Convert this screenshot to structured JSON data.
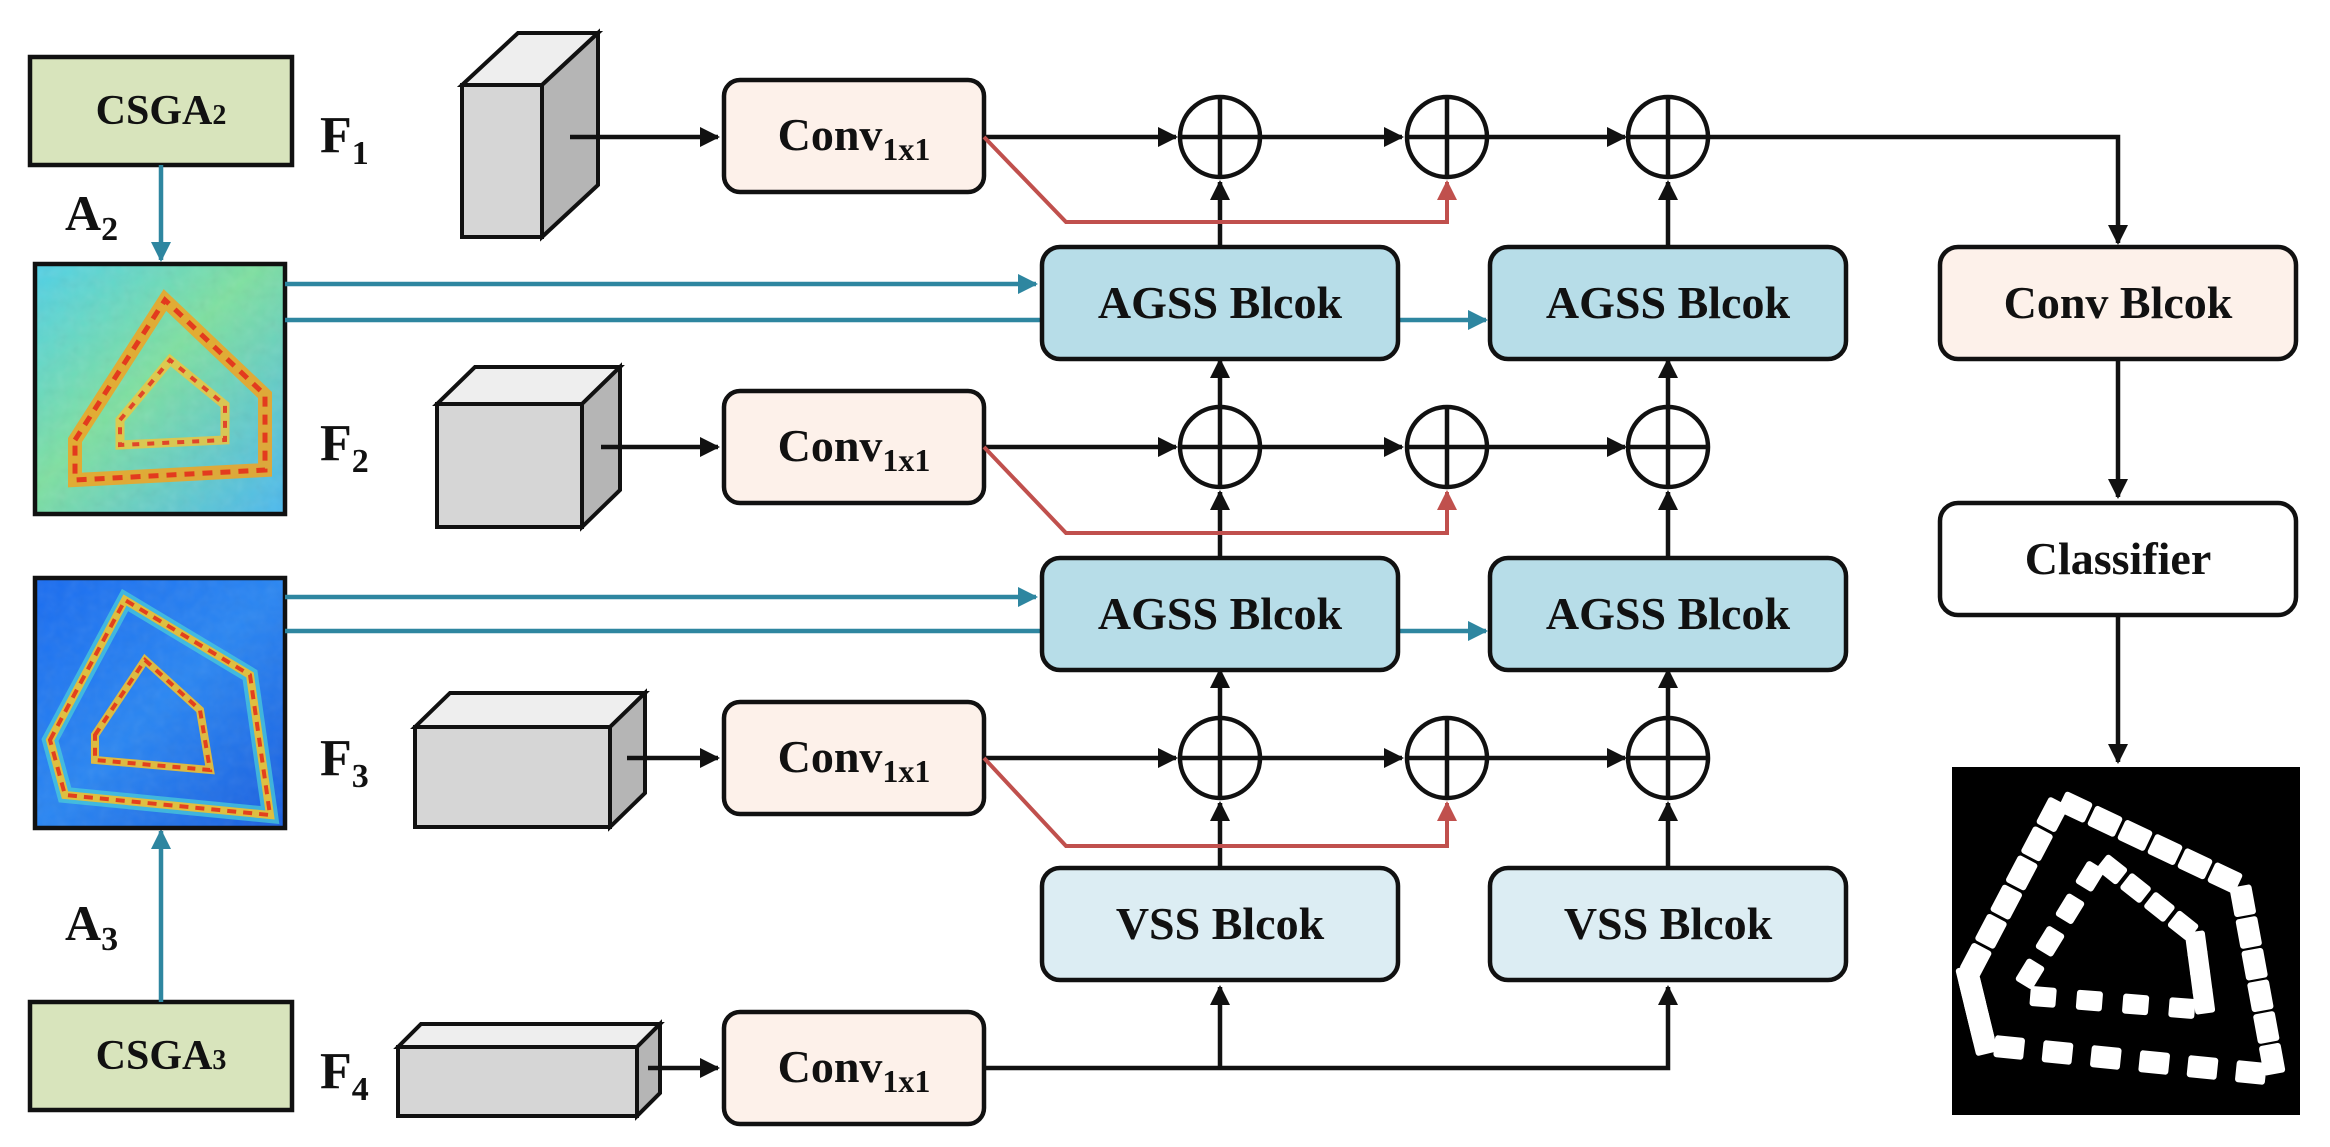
{
  "colors": {
    "csga_fill": "#d8e4bc",
    "conv1x1_fill": "#fdf1ea",
    "agss_fill": "#b7dde8",
    "vss_fill": "#dcedf3",
    "conv_block_fill": "#fdf1ea",
    "classifier_fill": "#ffffff",
    "attention_arrow": "#2e86a0",
    "skip_arrow": "#c0504d",
    "main_arrow": "#111111"
  },
  "inputs": {
    "csga_top": {
      "label": "CSGA",
      "sub": "2"
    },
    "csga_bottom": {
      "label": "CSGA",
      "sub": "3"
    },
    "attention_top": {
      "label": "A",
      "sub": "2"
    },
    "attention_bottom": {
      "label": "A",
      "sub": "3"
    }
  },
  "features": [
    {
      "label": "F",
      "sub": "1"
    },
    {
      "label": "F",
      "sub": "2"
    },
    {
      "label": "F",
      "sub": "3"
    },
    {
      "label": "F",
      "sub": "4"
    }
  ],
  "conv1x1": {
    "label": "Conv",
    "sub": "1x1"
  },
  "blocks": {
    "agss": "AGSS Blcok",
    "vss": "VSS Blcok",
    "conv_block": "Conv Blcok",
    "classifier": "Classifier"
  },
  "icons": {
    "sum": "circle-plus-icon",
    "feature_map": "cuboid-icon",
    "attention_map": "heatmap-image",
    "output": "segmentation-mask-image"
  }
}
